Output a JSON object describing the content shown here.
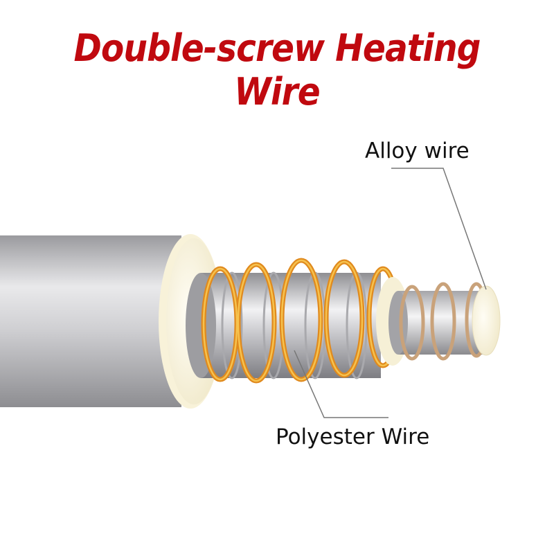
{
  "title": "Double-screw Heating Wire",
  "labels": {
    "alloy_wire": "Alloy wire",
    "polyester_wire": "Polyester Wire"
  },
  "colors": {
    "title": "#c0090f",
    "outer_sheath": "#b5b5b8",
    "insulation": "#fbf7e4",
    "polyester_coil": "#e08a1e",
    "alloy_coil": "#c9a27a",
    "core": "#c8c8cc"
  }
}
